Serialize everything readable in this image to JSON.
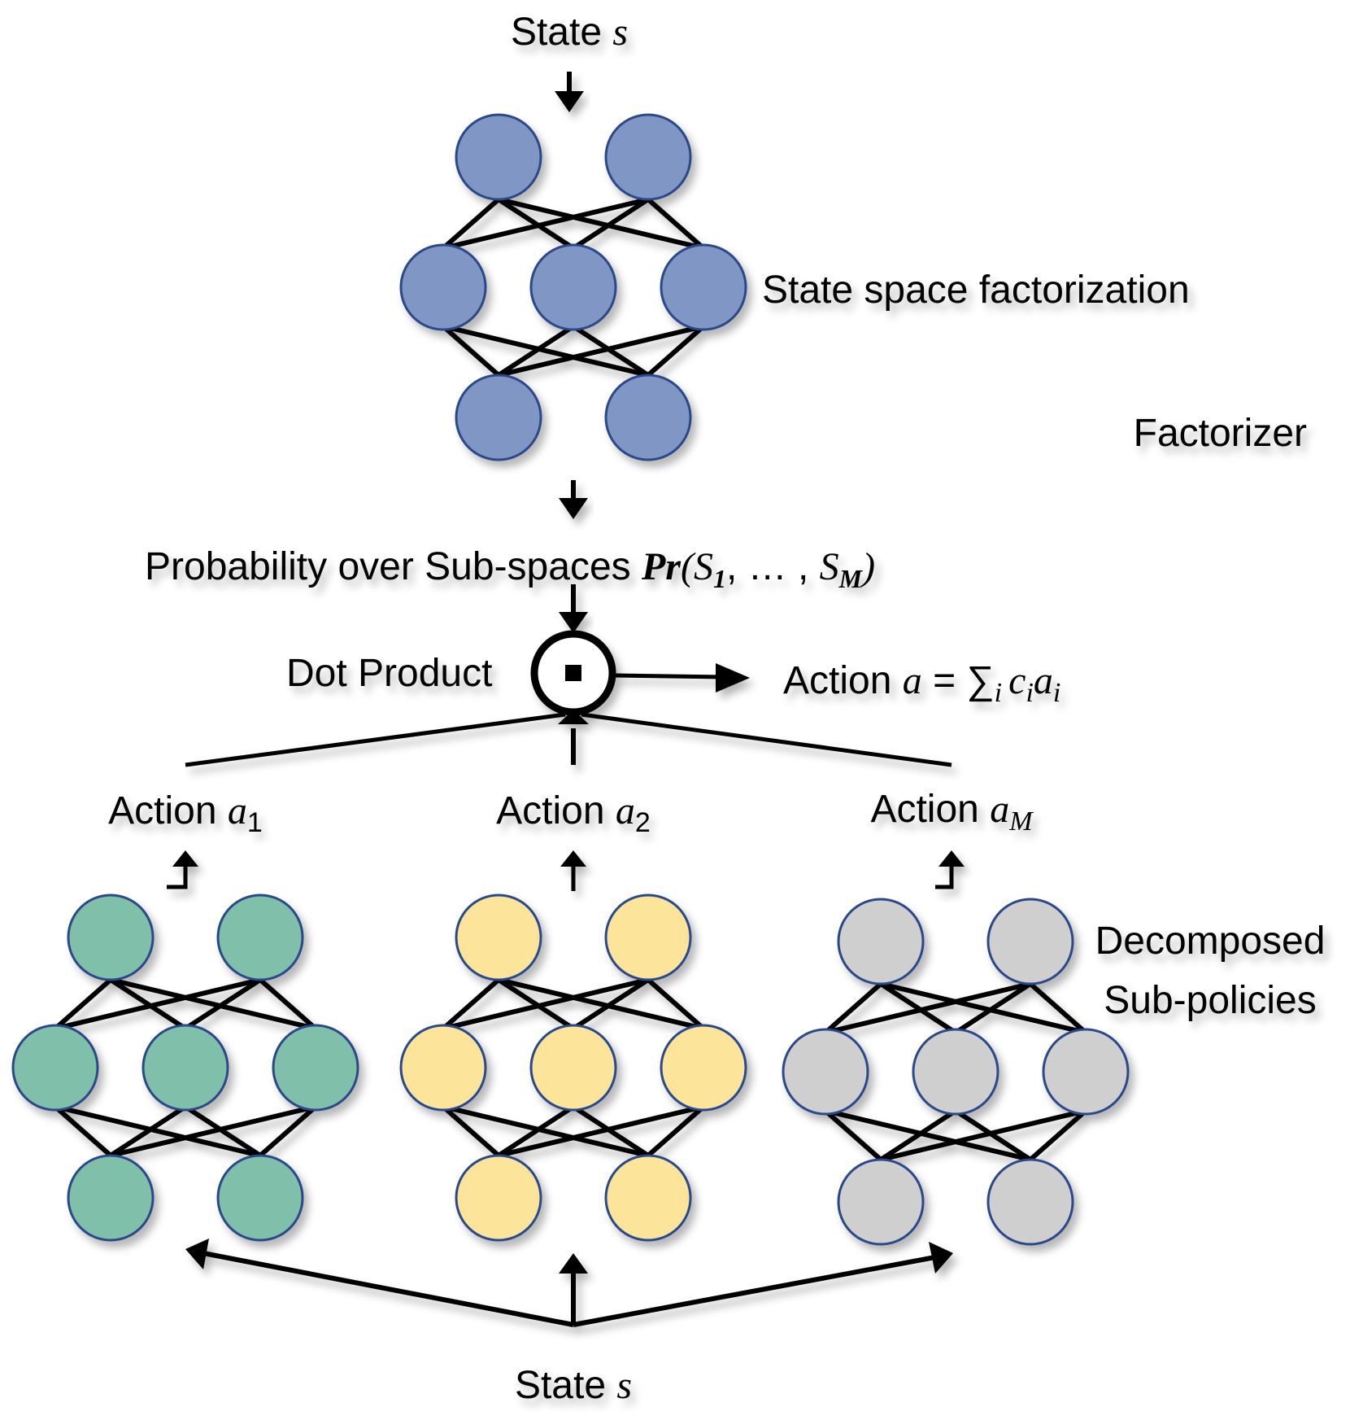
{
  "colors": {
    "factorizer_node": "#8096c4",
    "subpolicy_1_node": "#80bfaa",
    "subpolicy_2_node": "#fce49a",
    "subpolicy_m_node": "#d0cfd0",
    "node_stroke": "#2c4a8a",
    "edge": "#000000"
  },
  "labels": {
    "state_top_prefix": "State ",
    "state_top_var": "s",
    "state_space": "State space factorization",
    "factorizer": "Factorizer",
    "prob_prefix": "Probability over Sub-spaces ",
    "prob_fn": "Pr",
    "prob_open": "(",
    "prob_s1": "S",
    "prob_sub1": "1",
    "prob_mid": ", … , ",
    "prob_sm": "S",
    "prob_subm": "M",
    "prob_close": ")",
    "dot_product": "Dot Product",
    "action_out_prefix": "Action ",
    "action_out_a": "a",
    "action_out_eq": " = ",
    "action_out_sum": "∑",
    "action_out_sum_sub": "i",
    "action_out_c": "c",
    "action_out_c_sub": "i",
    "action_out_ai": "a",
    "action_out_ai_sub": "i",
    "action_1_prefix": "Action ",
    "action_1_var": "a",
    "action_1_sub": "1",
    "action_2_prefix": "Action ",
    "action_2_var": "a",
    "action_2_sub": "2",
    "action_m_prefix": "Action ",
    "action_m_var": "a",
    "action_m_sub": "M",
    "decomposed_line1": "Decomposed",
    "decomposed_line2": "Sub-policies",
    "state_bottom_prefix": "State ",
    "state_bottom_var": "s"
  }
}
